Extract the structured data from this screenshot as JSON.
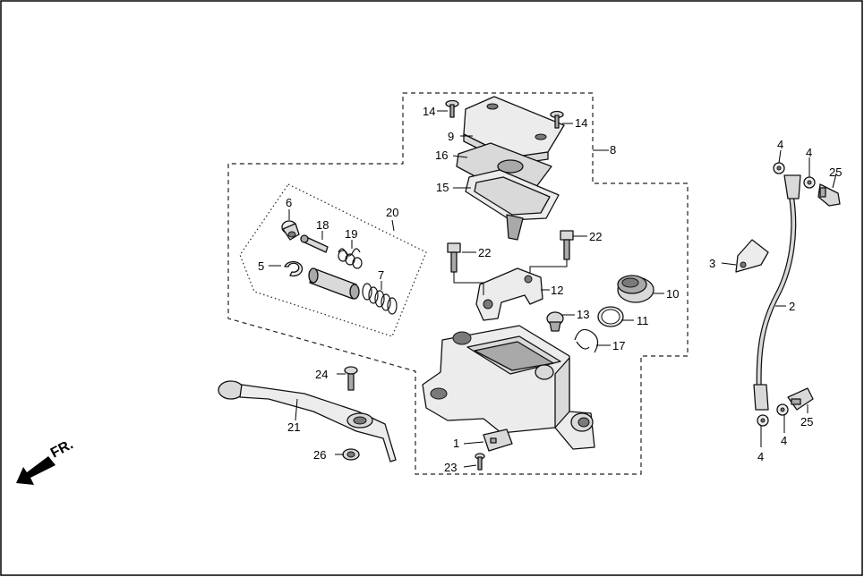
{
  "direction_marker": {
    "text": "FR."
  },
  "callouts": {
    "c1": "1",
    "c2": "2",
    "c3": "3",
    "c4a": "4",
    "c4b": "4",
    "c4c": "4",
    "c4d": "4",
    "c5": "5",
    "c6": "6",
    "c7": "7",
    "c8": "8",
    "c9": "9",
    "c10": "10",
    "c11": "11",
    "c12": "12",
    "c13": "13",
    "c14a": "14",
    "c14b": "14",
    "c15": "15",
    "c16": "16",
    "c17": "17",
    "c18": "18",
    "c19": "19",
    "c20": "20",
    "c21": "21",
    "c22a": "22",
    "c22b": "22",
    "c23": "23",
    "c24": "24",
    "c25a": "25",
    "c25b": "25",
    "c26": "26"
  }
}
